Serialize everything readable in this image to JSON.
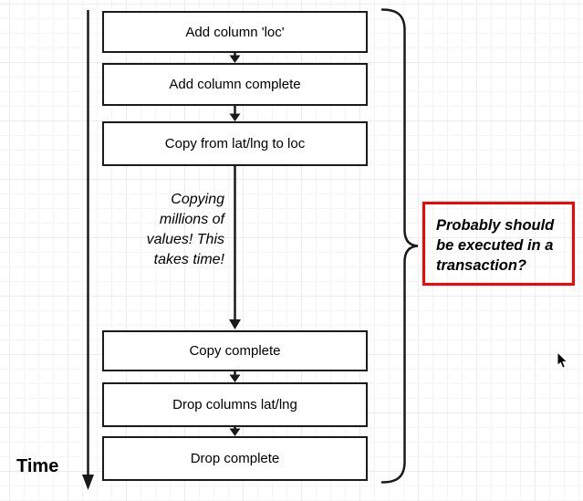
{
  "diagram": {
    "steps": [
      "Add column 'loc'",
      "Add column complete",
      "Copy from lat/lng to loc",
      "Copy complete",
      "Drop columns lat/lng",
      "Drop complete"
    ],
    "note_lines": [
      "Copying",
      "millions of",
      "values! This",
      "takes time!"
    ],
    "annotation_lines": [
      "Probably should",
      "be executed in a",
      "transaction?"
    ],
    "time_label": "Time",
    "colors": {
      "shape_stroke": "#1a1a1a",
      "shape_fill": "#ffffff",
      "annotation_border": "#ff0000",
      "text": "#000000",
      "grid_minor": "#f6f6f6",
      "grid_major": "#ededed",
      "canvas_background": "#ffffff"
    }
  }
}
